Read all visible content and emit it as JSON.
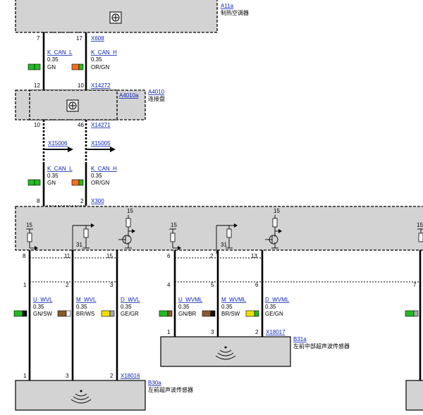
{
  "components": {
    "a11a": {
      "id": "A11a",
      "name": "制热空调器"
    },
    "a4010": {
      "id": "A4010",
      "id_inner": "A4010a",
      "name": "连接盘"
    },
    "b31a": {
      "id": "B31a",
      "name": "左前中部超声波传感器"
    },
    "b30a": {
      "id": "B30a",
      "name": "左前超声波传感器"
    }
  },
  "connectors": {
    "x608": "X608",
    "x14272": "X14272",
    "x14271": "X14271",
    "x15006": "X15006",
    "x15005": "X15005",
    "x300": "X300",
    "x18017": "X18017",
    "x18016": "X18016"
  },
  "wires_top": [
    {
      "signal": "K_CAN_L",
      "gauge": "0.35",
      "color_code": "GN",
      "colors": [
        "#22bb22",
        "#22bb22"
      ]
    },
    {
      "signal": "K_CAN_H",
      "gauge": "0.35",
      "color_code": "OR/GN",
      "colors": [
        "#f07020",
        "#22bb22"
      ]
    }
  ],
  "wires_mid": [
    {
      "signal": "K_CAN_L",
      "gauge": "0.35",
      "color_code": "GN",
      "colors": [
        "#22bb22",
        "#22bb22"
      ]
    },
    {
      "signal": "K_CAN_H",
      "gauge": "0.35",
      "color_code": "OR/GN",
      "colors": [
        "#f07020",
        "#22bb22"
      ]
    }
  ],
  "wires_lower": [
    {
      "signal": "U_WVL",
      "gauge": "0.35",
      "color_code": "GN/SW",
      "colors": [
        "#22bb22",
        "#111111"
      ]
    },
    {
      "signal": "M_WVL",
      "gauge": "0.35",
      "color_code": "BR/WS",
      "colors": [
        "#8b5a2b",
        "#ffffff"
      ]
    },
    {
      "signal": "D_WVL",
      "gauge": "0.35",
      "color_code": "GE/GR",
      "colors": [
        "#f0e000",
        "#aaaaaa"
      ]
    },
    {
      "signal": "U_WVML",
      "gauge": "0.35",
      "color_code": "GN/BR",
      "colors": [
        "#22bb22",
        "#8b5a2b"
      ]
    },
    {
      "signal": "M_WVML",
      "gauge": "0.35",
      "color_code": "BR/SW",
      "colors": [
        "#8b5a2b",
        "#111111"
      ]
    },
    {
      "signal": "D_WVML",
      "gauge": "0.35",
      "color_code": "GE/GN",
      "colors": [
        "#f0e000",
        "#22bb22"
      ]
    }
  ],
  "right_swatch_colors": [
    "#22bb22",
    "#aaaaaa"
  ],
  "pins": {
    "a11a_left": "7",
    "a11a_right": "17",
    "a4010_top_left": "12",
    "a4010_top_right": "10",
    "a4010_bot_left": "10",
    "a4010_bot_right": "46",
    "x300_left": "8",
    "x300_right": "2",
    "ecu_1": "8",
    "ecu_2": "11",
    "ecu_3": "15",
    "ecu_4": "6",
    "ecu_5": "2",
    "ecu_6": "13",
    "sp_1": "1",
    "sp_2": "2",
    "sp_3": "3",
    "sp_4": "4",
    "sp_5": "5",
    "sp_6": "6",
    "sp_7": "7",
    "b31_1": "1",
    "b31_2": "3",
    "b31_3": "2",
    "b30_1": "1",
    "b30_2": "3",
    "b30_3": "2"
  },
  "circuit_labels": {
    "v15_1": "15",
    "v15_2": "15",
    "v15_3": "15",
    "v15_4": "15",
    "v15_5": "15",
    "g31_1": "31",
    "g31_2": "31"
  },
  "icons": [
    "gateway-icon",
    "ultrasonic-sensor-icon"
  ]
}
